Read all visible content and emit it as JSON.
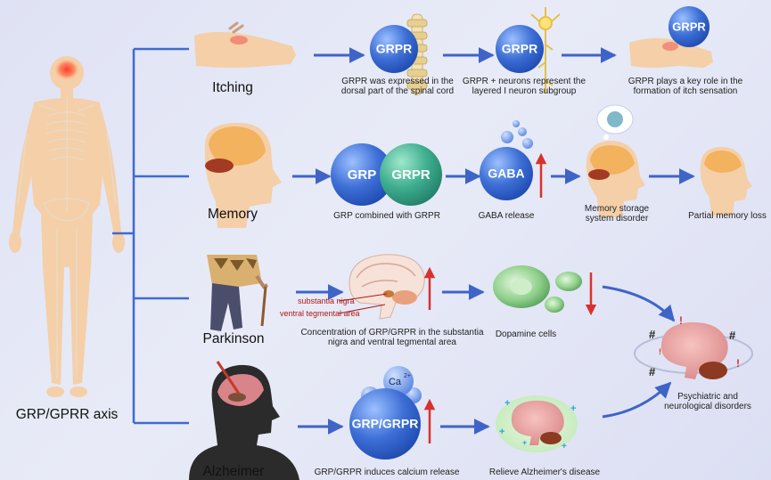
{
  "axis": {
    "title": "GRP/GPRR axis"
  },
  "rows": [
    {
      "label": "Itching",
      "bubble1": "GRPR",
      "bubble2": "GRPR",
      "bubble3": "GRPR",
      "cap1": "GRPR was expressed in the dorsal part of the spinal cord",
      "cap2": "GRPR + neurons represent the layered I neuron subgroup",
      "cap3": "GRPR plays a key role in the formation of itch sensation"
    },
    {
      "label": "Memory",
      "bubble_grp": "GRP",
      "bubble_grpr": "GRPR",
      "bubble_gaba": "GABA",
      "cap1": "GRP combined with GRPR",
      "cap2": "GABA release",
      "cap3": "Memory storage system disorder",
      "cap4": "Partial memory loss"
    },
    {
      "label": "Parkinson",
      "substantia_nigra": "substantia nigra",
      "ventral_tegmental": "ventral tegmental area",
      "cap1": "Concentration of GRP/GRPR in the substantia nigra and ventral tegmental area",
      "cap2": "Dopamine cells"
    },
    {
      "label": "Alzheimer",
      "bubble": "GRP/GRPR",
      "ion": "Ca",
      "ion_charge": "2+",
      "cap1": "GRP/GRPR induces calcium release",
      "cap2": "Relieve Alzheimer's disease"
    }
  ],
  "outcome": {
    "caption": "Psychiatric and neurological disorders"
  },
  "colors": {
    "bubble_blue": "#3d6fd6",
    "bubble_green": "#3fae8f",
    "arrow_blue": "#3f64c8",
    "up_arrow_red": "#d8322c",
    "connector_blue": "#3f6ad0"
  }
}
